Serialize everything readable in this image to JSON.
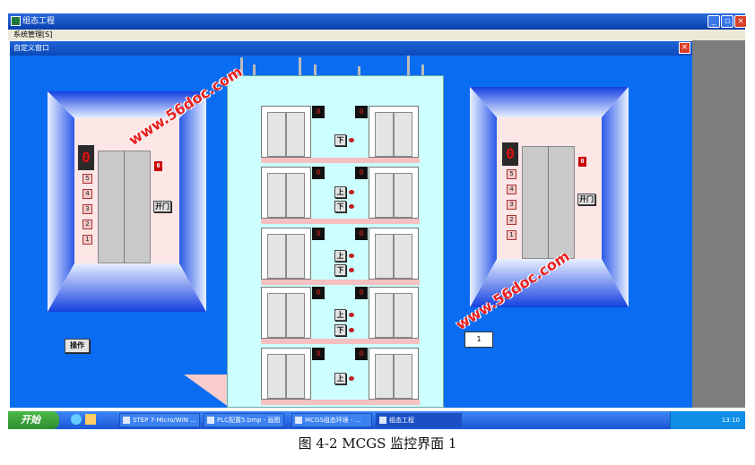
{
  "window": {
    "title": "组态工程",
    "minimize_icon": "minimize-icon",
    "maximize_icon": "maximize-icon",
    "close_icon": "close-icon"
  },
  "menu": {
    "item": "系统管理[S]"
  },
  "child_window": {
    "title": "自定义窗口",
    "close_icon": "close-icon"
  },
  "left_car": {
    "display": "0",
    "floors": [
      "5",
      "4",
      "3",
      "2",
      "1"
    ],
    "open_button": "开门",
    "call_indicator": "0"
  },
  "right_car": {
    "display": "0",
    "floors": [
      "5",
      "4",
      "3",
      "2",
      "1"
    ],
    "open_button": "开门",
    "call_indicator": "0"
  },
  "building": {
    "left_indicators": [
      "0",
      "0",
      "0",
      "0",
      "0"
    ],
    "right_indicators": [
      "0",
      "0",
      "0",
      "0",
      "0"
    ],
    "down_label": "下",
    "up_label": "上"
  },
  "operate_button": "操作",
  "input_box_value": "1",
  "watermark": "www.56doc.com",
  "taskbar": {
    "start": "开始",
    "tasks": [
      "STEP 7-Micro/WIN ...",
      "PLC配置5.bmp - 画图",
      "MCGS组态环境 - ...",
      "组态工程"
    ],
    "clock": "13:10"
  },
  "caption": "图 4-2 MCGS 监控界面 1",
  "colors": {
    "canvas": "#0a6cf0",
    "building": "#ccffff",
    "indicator_text": "#e02020"
  }
}
